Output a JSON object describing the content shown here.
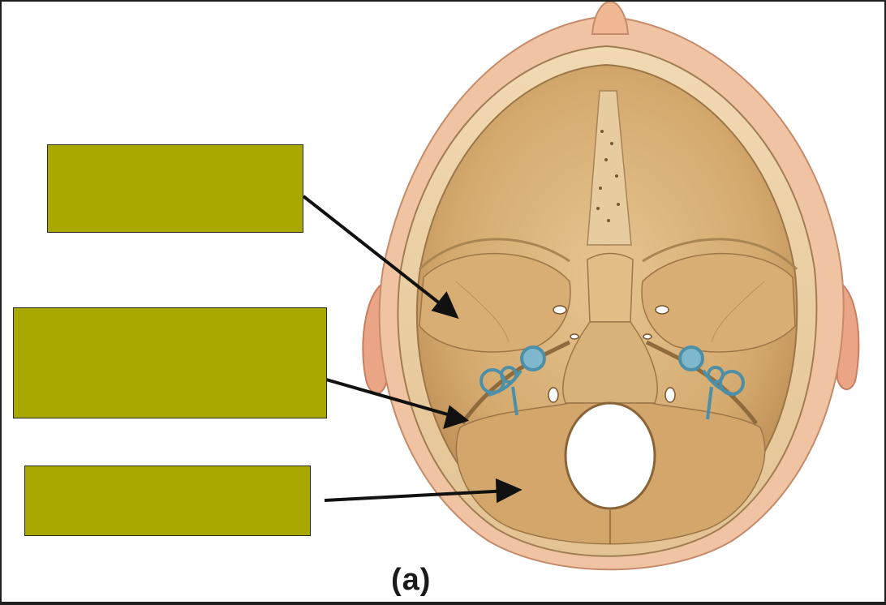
{
  "figure": {
    "caption": "(a)",
    "label_box_color": "#A8A800",
    "arrow_color": "#111111",
    "bone_color": "#D9B27C",
    "label_boxes": [
      {
        "id": "box1",
        "text": ""
      },
      {
        "id": "box2",
        "text": ""
      },
      {
        "id": "box3",
        "text": ""
      }
    ]
  }
}
